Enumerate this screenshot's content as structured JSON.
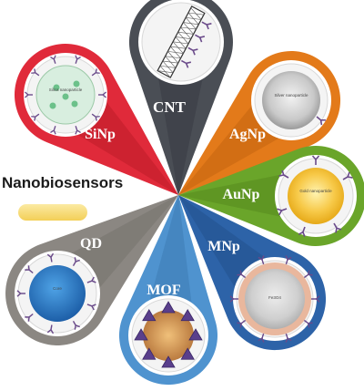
{
  "title": "Nanobiosensors",
  "petals": [
    {
      "id": "cnt",
      "label": "CNT",
      "color": "#4a4e55",
      "dark": "#2f3238",
      "inner": "",
      "angle": -90
    },
    {
      "id": "agnp",
      "label": "AgNp",
      "color": "#e37a1a",
      "dark": "#b35a0c",
      "inner": "Silver nanoparticle",
      "angle": -38
    },
    {
      "id": "aunp",
      "label": "AuNp",
      "color": "#6aa52a",
      "dark": "#4b7a18",
      "inner": "Gold nanoparticle",
      "angle": 12
    },
    {
      "id": "mnp",
      "label": "MNp",
      "color": "#2d63a8",
      "dark": "#1d477e",
      "inner": "Fe3O4",
      "angle": 62
    },
    {
      "id": "mof",
      "label": "MOF",
      "color": "#4f93cf",
      "dark": "#356fa3",
      "inner": "",
      "angle": 100
    },
    {
      "id": "qd",
      "label": "QD",
      "color": "#8b8782",
      "dark": "#6a6661",
      "inner": "Core",
      "angle": 158
    },
    {
      "id": "sinp",
      "label": "SiNp",
      "color": "#e02a3a",
      "dark": "#a8151f",
      "inner": "Silica nanoparticle",
      "angle": -140
    }
  ],
  "colors": {
    "title_bar": "#f6dc7a",
    "antibody": "#6a4a8a"
  }
}
